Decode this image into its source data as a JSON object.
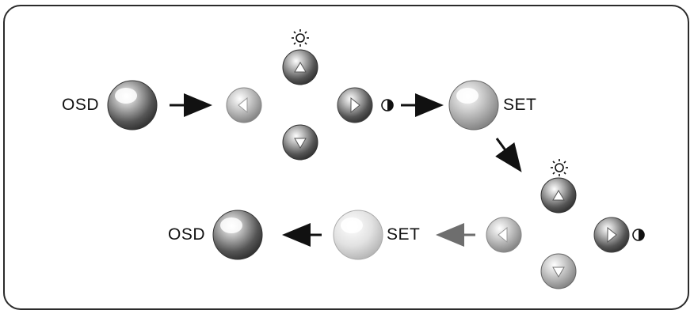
{
  "labels": {
    "osd_top": "OSD",
    "set_top": "SET",
    "set_bottom": "SET",
    "osd_bottom": "OSD"
  },
  "icons": {
    "brightness": "sun-icon",
    "contrast": "half-circle-icon",
    "arrow": "arrow-icon"
  },
  "colors": {
    "dark_button": "#4a4a4a",
    "mid_button": "#8a8a8a",
    "light_button": "#c8c8c8",
    "arrow_dark": "#111111",
    "arrow_light": "#6e6e6e"
  }
}
